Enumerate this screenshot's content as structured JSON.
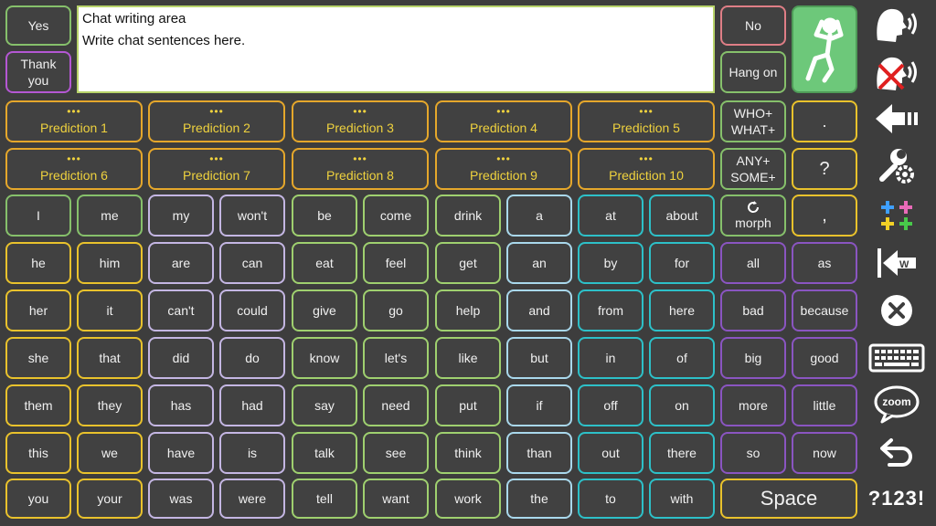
{
  "top": {
    "yes_label": "Yes",
    "thank_you_label": "Thank you",
    "no_label": "No",
    "hang_on_label": "Hang on"
  },
  "chat": {
    "title": "Chat writing area",
    "placeholder": "Write chat sentences here."
  },
  "predictions": {
    "dots": "•••",
    "items": [
      "Prediction 1",
      "Prediction 2",
      "Prediction 3",
      "Prediction 4",
      "Prediction 5",
      "Prediction 6",
      "Prediction 7",
      "Prediction 8",
      "Prediction 9",
      "Prediction 10"
    ]
  },
  "side_controls": {
    "who_what": "WHO+\nWHAT+",
    "any_some": "ANY+\nSOME+",
    "period": ".",
    "question": "?",
    "comma": ",",
    "morph_label": "morph",
    "space_label": "Space"
  },
  "words": [
    [
      "I",
      "me",
      "my",
      "won't",
      "be",
      "come",
      "drink",
      "a",
      "at",
      "about",
      "all",
      "as"
    ],
    [
      "he",
      "him",
      "are",
      "can",
      "eat",
      "feel",
      "get",
      "an",
      "by",
      "for",
      "all",
      "as"
    ],
    [
      "her",
      "it",
      "can't",
      "could",
      "give",
      "go",
      "help",
      "and",
      "from",
      "here",
      "bad",
      "because"
    ],
    [
      "she",
      "that",
      "did",
      "do",
      "know",
      "let's",
      "like",
      "but",
      "in",
      "of",
      "big",
      "good"
    ],
    [
      "them",
      "they",
      "has",
      "had",
      "say",
      "need",
      "put",
      "if",
      "off",
      "on",
      "more",
      "little"
    ],
    [
      "this",
      "we",
      "have",
      "is",
      "talk",
      "see",
      "think",
      "than",
      "out",
      "there",
      "so",
      "now"
    ],
    [
      "you",
      "your",
      "was",
      "were",
      "tell",
      "want",
      "work",
      "the",
      "to",
      "with"
    ]
  ],
  "toolbar": {
    "speak_icon": "speak-icon",
    "mute_icon": "mute-icon",
    "backspace_icon": "backspace-icon",
    "settings_icon": "settings-icon",
    "grammar_icon": "grammar-icon",
    "delete_word_icon": "delete-word-icon",
    "delete_word_letter": "W",
    "clear_icon": "clear-icon",
    "keyboard_icon": "keyboard-icon",
    "zoom_icon": "zoom-icon",
    "zoom_label": "zoom",
    "undo_icon": "undo-icon",
    "numbers_label": "?123!"
  },
  "colors": {
    "background": "#3d3d3d",
    "green": "#86c06b",
    "pink": "#df7e86",
    "purple": "#b457d3",
    "yellow": "#e9c22c",
    "orange": "#e5a72b",
    "lavender": "#c4b6e3",
    "light_green": "#9fd06f",
    "light_blue": "#a9d8ec",
    "teal": "#2dc0c8",
    "violet": "#8a55c1",
    "prediction_text": "#efd23e",
    "person_tile": "#6dc87a"
  }
}
